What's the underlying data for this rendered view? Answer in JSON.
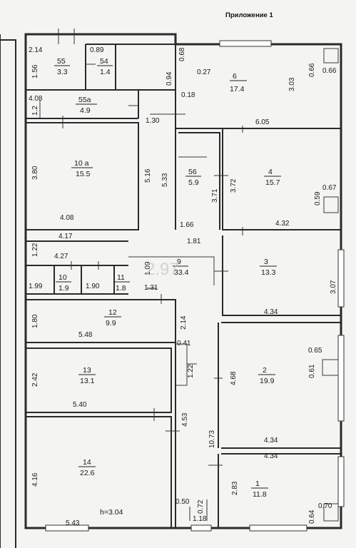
{
  "caption": "Приложение 1",
  "height_note": "h=3.04",
  "rooms": [
    {
      "id": "55",
      "area": "3.3"
    },
    {
      "id": "54",
      "area": "1.4"
    },
    {
      "id": "55а",
      "area": "4.9"
    },
    {
      "id": "10 а",
      "area": "15.5"
    },
    {
      "id": "56",
      "area": "5.9"
    },
    {
      "id": "6",
      "area": "17.4"
    },
    {
      "id": "4",
      "area": "15.7"
    },
    {
      "id": "3",
      "area": "13.3"
    },
    {
      "id": "9",
      "area": "33.4"
    },
    {
      "id": "10",
      "area": "1.9"
    },
    {
      "id": "11",
      "area": "1.8"
    },
    {
      "id": "12",
      "area": "9.9"
    },
    {
      "id": "13",
      "area": "13.1"
    },
    {
      "id": "14",
      "area": "22.6"
    },
    {
      "id": "2",
      "area": "19.9"
    },
    {
      "id": "1",
      "area": "11.8"
    }
  ],
  "dimensions": [
    "2.14",
    "0.89",
    "1.56",
    "4.08",
    "1.2",
    "1.30",
    "3.80",
    "5.16",
    "5.33",
    "4.08",
    "4.17",
    "0.68",
    "0.94",
    "0.27",
    "0.18",
    "0.66",
    "0.66",
    "3.03",
    "6.05",
    "3.71",
    "3.72",
    "0.59",
    "0.67",
    "1.66",
    "1.81",
    "4.32",
    "1.22",
    "4.27",
    "1.09",
    "1.99",
    "1.90",
    "1.31",
    "3.07",
    "2.14",
    "4.34",
    "1.80",
    "5.48",
    "0.41",
    "1.22",
    "0.65",
    "0.61",
    "4.68",
    "2.42",
    "5.40",
    "4.53",
    "10.73",
    "4.34",
    "4.34",
    "4.16",
    "2.83",
    "0.50",
    "0.72",
    "0.64",
    "0.70",
    "5.43",
    "1.18"
  ],
  "watermark": "2.97"
}
